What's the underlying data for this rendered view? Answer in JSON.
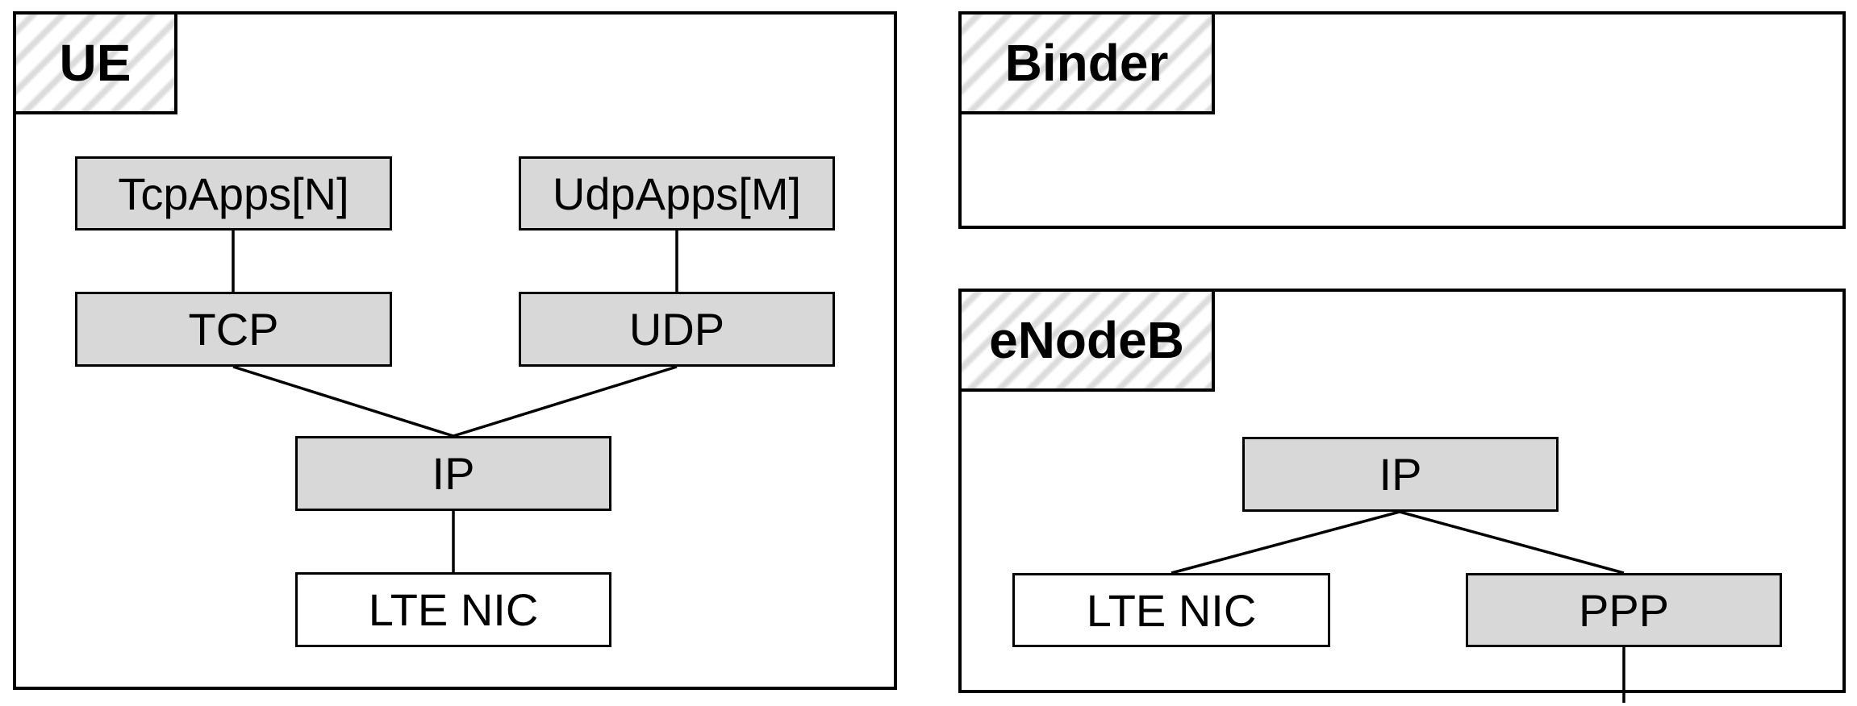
{
  "colors": {
    "background": "#ffffff",
    "module_fill": "#d8d8d8",
    "nic_fill": "#ffffff",
    "border": "#000000",
    "hatch_stripe": "#dcdcdc"
  },
  "panels": {
    "ue": {
      "label": "UE",
      "nodes": {
        "tcpapps": {
          "label": "TcpApps[N]"
        },
        "udpapps": {
          "label": "UdpApps[M]"
        },
        "tcp": {
          "label": "TCP"
        },
        "udp": {
          "label": "UDP"
        },
        "ip": {
          "label": "IP"
        },
        "ltenic": {
          "label": "LTE NIC"
        }
      },
      "edges": [
        {
          "from": "tcpapps",
          "to": "tcp"
        },
        {
          "from": "udpapps",
          "to": "udp"
        },
        {
          "from": "tcp",
          "to": "ip"
        },
        {
          "from": "udp",
          "to": "ip"
        },
        {
          "from": "ip",
          "to": "ltenic"
        }
      ]
    },
    "binder": {
      "label": "Binder"
    },
    "enodeb": {
      "label": "eNodeB",
      "nodes": {
        "ip": {
          "label": "IP"
        },
        "ltenic": {
          "label": "LTE NIC"
        },
        "ppp": {
          "label": "PPP"
        }
      },
      "edges": [
        {
          "from": "ip",
          "to": "ltenic"
        },
        {
          "from": "ip",
          "to": "ppp"
        },
        {
          "from": "ppp",
          "to": "external-link-below-panel"
        }
      ]
    }
  }
}
